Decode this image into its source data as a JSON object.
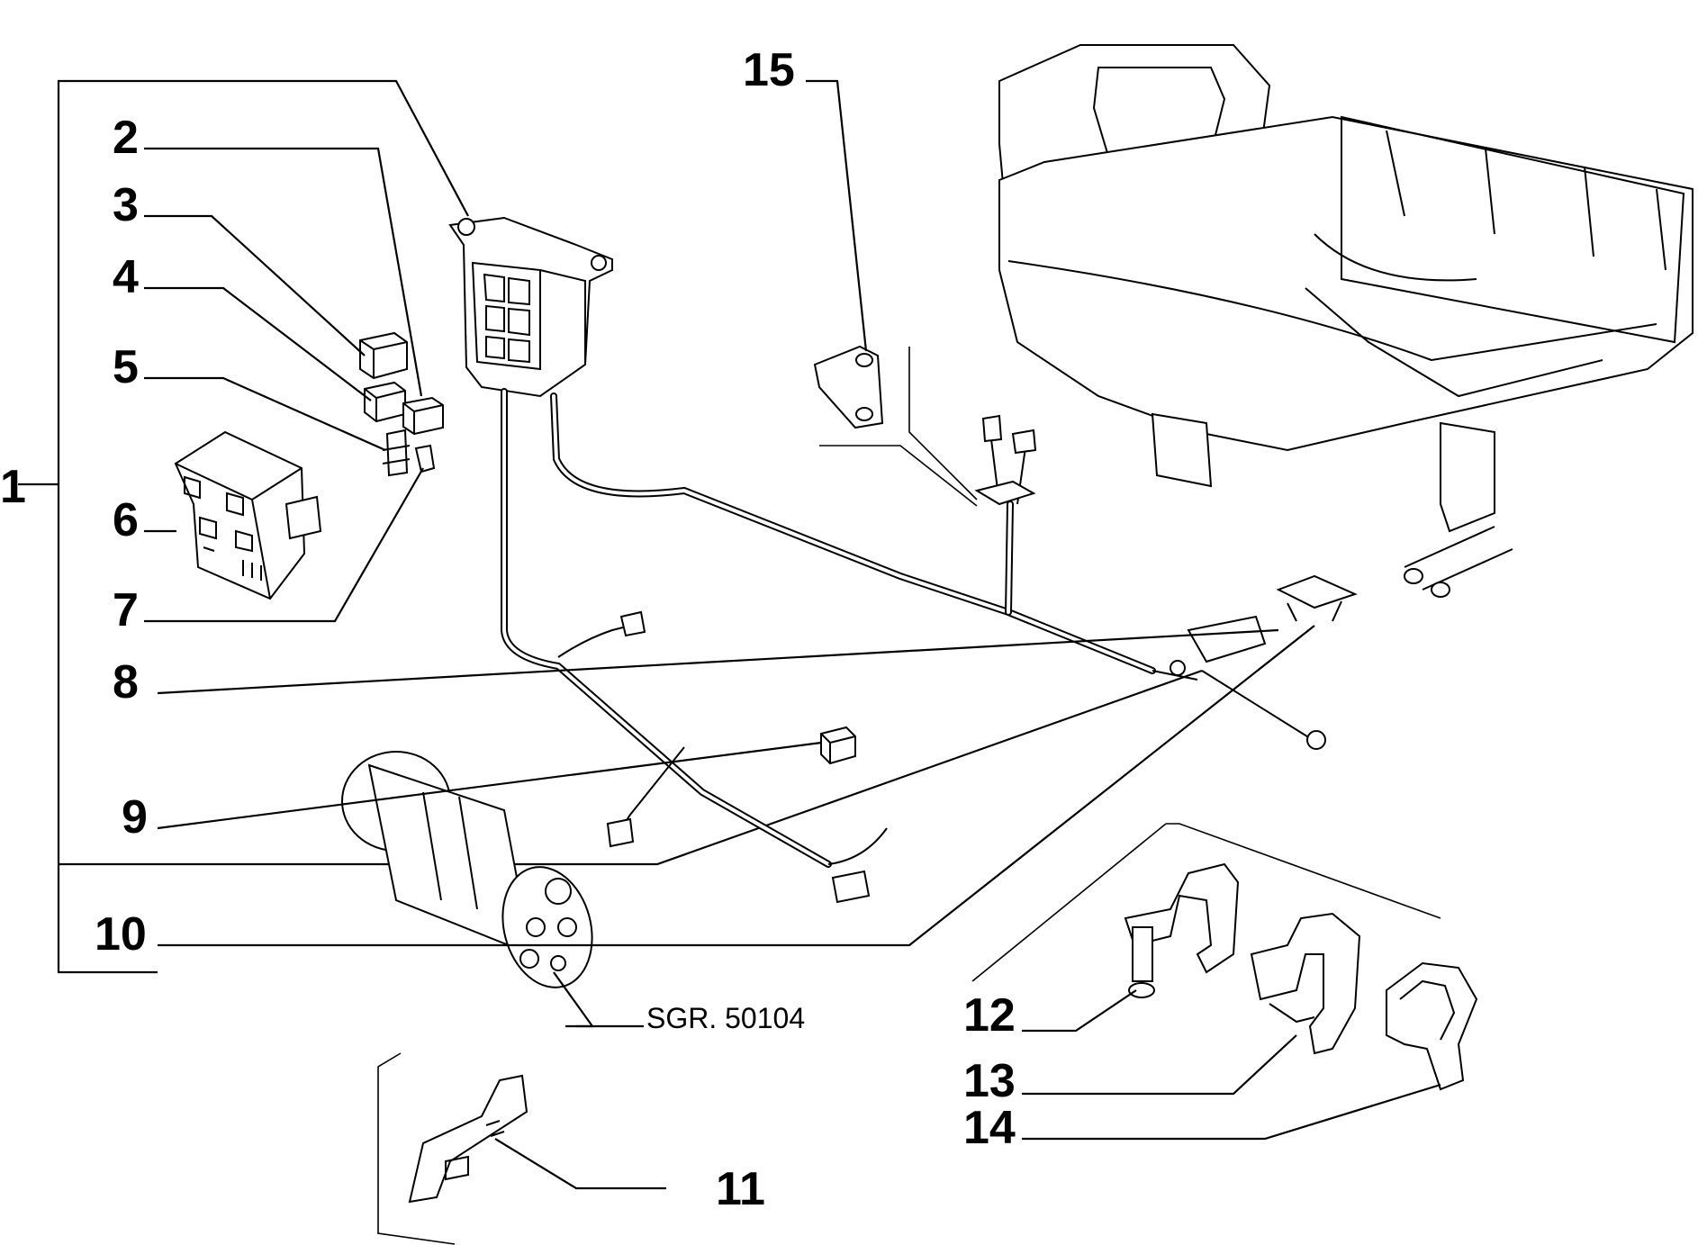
{
  "diagram": {
    "callouts": [
      {
        "id": "1",
        "label": "1"
      },
      {
        "id": "2",
        "label": "2"
      },
      {
        "id": "3",
        "label": "3"
      },
      {
        "id": "4",
        "label": "4"
      },
      {
        "id": "5",
        "label": "5"
      },
      {
        "id": "6",
        "label": "6"
      },
      {
        "id": "7",
        "label": "7"
      },
      {
        "id": "8",
        "label": "8"
      },
      {
        "id": "9",
        "label": "9"
      },
      {
        "id": "10",
        "label": "10"
      },
      {
        "id": "11",
        "label": "11"
      },
      {
        "id": "12",
        "label": "12"
      },
      {
        "id": "13",
        "label": "13"
      },
      {
        "id": "14",
        "label": "14"
      },
      {
        "id": "15",
        "label": "15"
      }
    ],
    "reference_note": "SGR. 50104"
  }
}
